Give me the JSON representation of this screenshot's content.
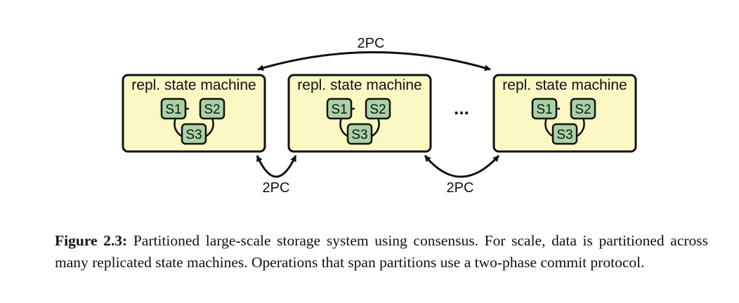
{
  "diagram": {
    "machine_title": "repl. state machine",
    "servers": [
      "S1",
      "S2",
      "S3"
    ],
    "top_arrow_label": "2PC",
    "bottom_arrow_label_1": "2PC",
    "bottom_arrow_label_2": "2PC",
    "ellipsis": "...",
    "colors": {
      "machine_fill": "#fbf8c4",
      "server_fill": "#a9d3a6",
      "stroke": "#111111"
    }
  },
  "caption": {
    "label": "Figure 2.3:",
    "text": "Partitioned large-scale storage system using consensus. For scale, data is partitioned across many replicated state machines. Operations that span partitions use a two-phase commit protocol."
  }
}
